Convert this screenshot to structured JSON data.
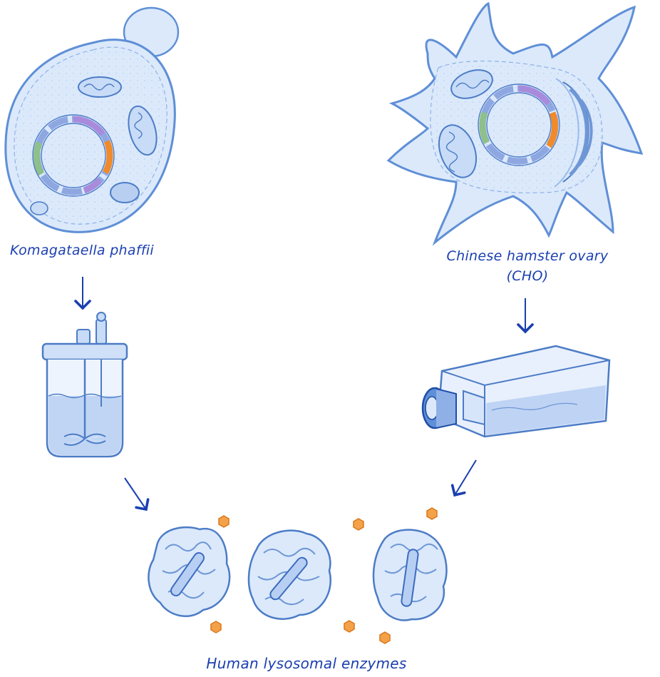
{
  "labels": {
    "yeast": "Komagataella phaffii",
    "cho_line1": "Chinese hamster ovary",
    "cho_line2": "(CHO)",
    "enzymes": "Human lysosomal enzymes"
  },
  "colors": {
    "ink": "#1a3fb0",
    "cell_fill": "#dbe9fb",
    "cell_stroke": "#5f8fd6",
    "plasmid_blue": "#8fa7e0",
    "plasmid_purple": "#a98bdc",
    "plasmid_green": "#8fbf8a",
    "plasmid_orange": "#f08a2a",
    "glycan_orange": "#f4a24a"
  },
  "icons": {
    "yeast": "yeast-cell-icon",
    "cho": "cho-cell-icon",
    "bioreactor": "bioreactor-icon",
    "flask": "culture-flask-icon",
    "enzyme": "protein-structure-icon",
    "glycan": "glycan-hexagon-icon"
  }
}
